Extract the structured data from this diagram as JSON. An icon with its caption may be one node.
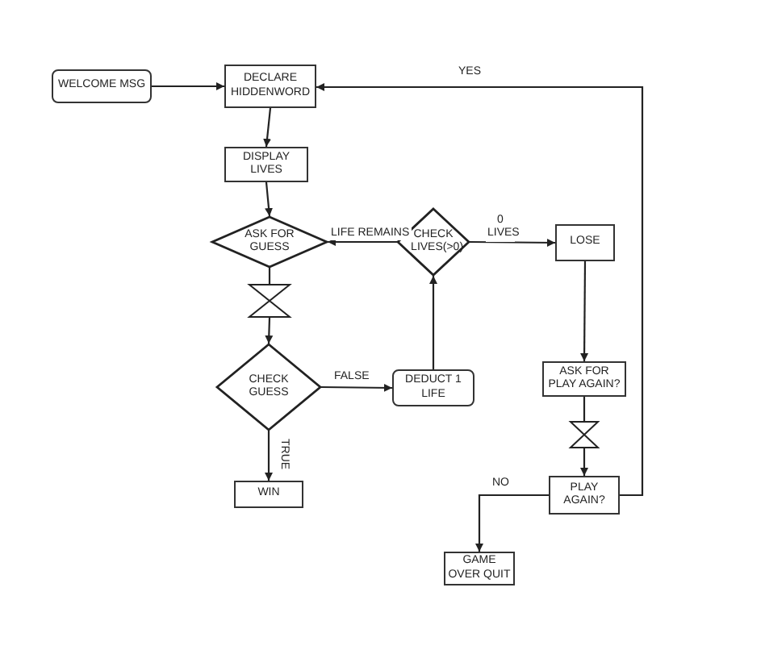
{
  "diagram": {
    "nodes": [
      {
        "text": [
          "WELCOME MSG"
        ]
      },
      {
        "text": [
          "DECLARE HIDDENWORD"
        ]
      },
      {
        "text": [
          "DISPLAY LIVES"
        ]
      },
      {
        "text": [
          "ASK FOR GUESS"
        ]
      },
      {
        "text": [],
        "shape": "hourglass"
      },
      {
        "text": [
          "CHECK GUESS"
        ]
      },
      {
        "text": [
          "WIN"
        ]
      },
      {
        "text": [
          "DEDUCT 1 LIFE"
        ]
      },
      {
        "text": [
          "CHECK LIVES(>0)"
        ]
      },
      {
        "text": [
          "LOSE"
        ]
      },
      {
        "text": [
          "ASK FOR PLAY AGAIN?"
        ]
      },
      {
        "text": [],
        "shape": "hourglass"
      },
      {
        "text": [
          "PLAY AGAIN?"
        ]
      },
      {
        "text": [
          "GAME OVER QUIT"
        ]
      }
    ],
    "edges": [
      {
        "from": 0,
        "to": 1,
        "arrow": "to"
      },
      {
        "from": 1,
        "to": 2,
        "arrow": "to"
      },
      {
        "from": 2,
        "to": 3,
        "arrow": "to"
      },
      {
        "from": 3,
        "to": 4,
        "arrow": "none"
      },
      {
        "from": 4,
        "to": 5,
        "arrow": "to"
      },
      {
        "from": 5,
        "to": 7,
        "arrow": "to",
        "label": "FALSE"
      },
      {
        "from": 5,
        "to": 6,
        "arrow": "to",
        "label": "TRUE"
      },
      {
        "from": 7,
        "to": 8,
        "arrow": "to"
      },
      {
        "from": 8,
        "to": 3,
        "arrow": "to",
        "label": "LIFE REMAINS"
      },
      {
        "from": 8,
        "to": 9,
        "arrow": "to",
        "label": "0 LIVES"
      },
      {
        "from": 9,
        "to": 10,
        "arrow": "to"
      },
      {
        "from": 10,
        "to": 11,
        "arrow": "none"
      },
      {
        "from": 11,
        "to": 12,
        "arrow": "to"
      },
      {
        "from": 12,
        "to": 13,
        "arrow": "to",
        "label": "NO"
      },
      {
        "from": 12,
        "to": 1,
        "arrow": "to",
        "label": "YES"
      }
    ]
  }
}
